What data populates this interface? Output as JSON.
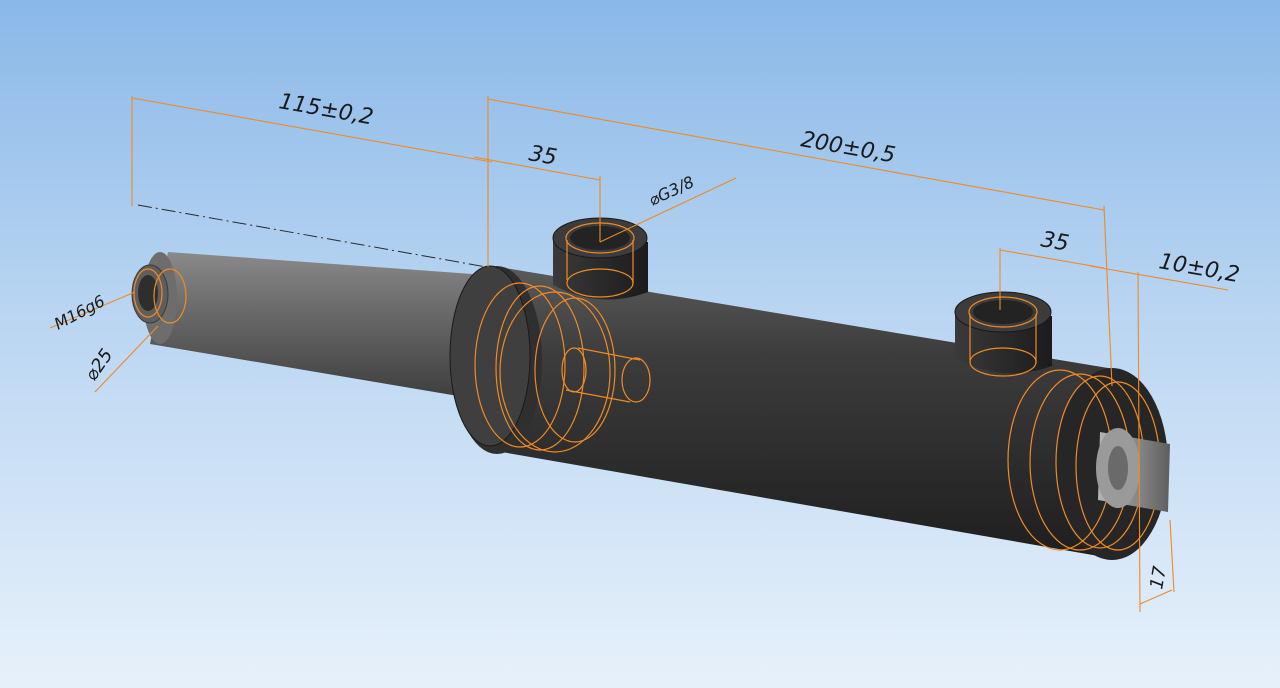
{
  "dimensions": {
    "rod_length": "115±0,2",
    "port_offset_left": "35",
    "port_thread": "⌀G3/8",
    "total_length": "200±0,5",
    "port_offset_right": "35",
    "end_length": "10±0,2",
    "rod_thread": "M16g6",
    "rod_diameter": "⌀25",
    "eye_width": "17"
  },
  "colors": {
    "background_top": "#8ab8e8",
    "background_bottom": "#e7f1fb",
    "dimension_lines": "#f08a24",
    "body": "#3a3a3a",
    "rod": "#6b6b6b"
  }
}
